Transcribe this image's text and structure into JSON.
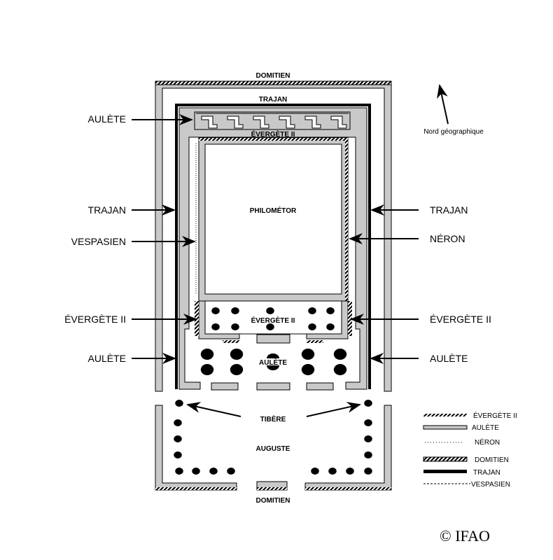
{
  "inner_labels": {
    "domitien_top": "DOMITIEN",
    "trajan_top": "TRAJAN",
    "evergete_top": "ÉVERGÈTE II",
    "philometor": "PHILOMÉTOR",
    "evergete_hall": "ÉVERGÈTE II",
    "aulete_hall": "AULÈTE",
    "tibere": "TIBÈRE",
    "auguste": "AUGUSTE",
    "domitien_bottom": "DOMITIEN"
  },
  "left_labels": [
    "AULÈTE",
    "TRAJAN",
    "VESPASIEN",
    "ÉVERGÈTE II",
    "AULÈTE"
  ],
  "right_labels": [
    "TRAJAN",
    "NÉRON",
    "ÉVERGÈTE II",
    "AULÈTE"
  ],
  "north": "Nord géographique",
  "legend": [
    {
      "label": "ÉVERGÈTE II",
      "style": "hatch"
    },
    {
      "label": "AULÈTE",
      "style": "grid"
    },
    {
      "label": "NÉRON",
      "style": "dots"
    },
    {
      "label": "DOMITIEN",
      "style": "zigzag"
    },
    {
      "label": "TRAJAN",
      "style": "thick"
    },
    {
      "label": "VESPASIEN",
      "style": "dashed"
    }
  ],
  "copyright": "© IFAO",
  "colors": {
    "wall": "#c9c9c9",
    "ink": "#000000"
  }
}
